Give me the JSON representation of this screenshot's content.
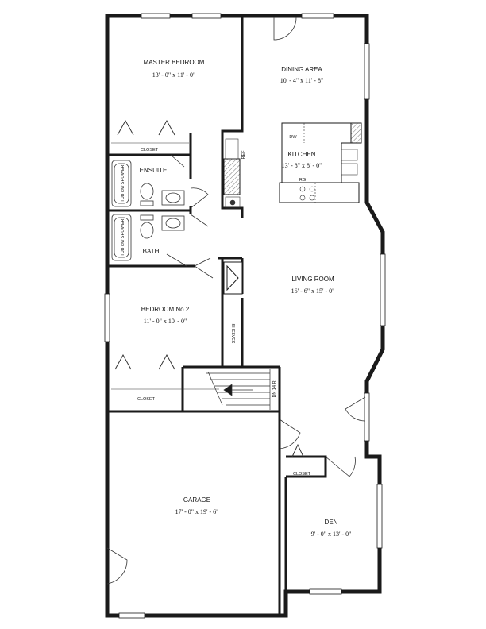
{
  "rooms": {
    "master_bedroom": {
      "name": "MASTER BEDROOM",
      "size": "13' - 0\" x 11' - 0\""
    },
    "dining_area": {
      "name": "DINING AREA",
      "size": "10' - 4\" x 11' - 8\""
    },
    "kitchen": {
      "name": "KITCHEN",
      "size": "13' - 8\" x 8' - 0\""
    },
    "ensuite": {
      "name": "ENSUITE"
    },
    "bath": {
      "name": "BATH"
    },
    "living_room": {
      "name": "LIVING ROOM",
      "size": "16' - 6\" x 15' - 0\""
    },
    "bedroom2": {
      "name": "BEDROOM No.2",
      "size": "11' - 0\" x 10' - 0\""
    },
    "garage": {
      "name": "GARAGE",
      "size": "17' - 0\" x 19' - 6\""
    },
    "den": {
      "name": "DEN",
      "size": "9' - 0\" x 13' - 0\""
    }
  },
  "fixtures": {
    "closet": "CLOSET",
    "tub_shower": "TUB c/w SHOWER",
    "shelves": "SHELVES",
    "dw": "DW",
    "rg": "RG",
    "ref": "REF",
    "stairs_dn": "DN 14 R"
  },
  "colors": {
    "wall": "#1a1a1a",
    "fill": "#ffffff"
  }
}
